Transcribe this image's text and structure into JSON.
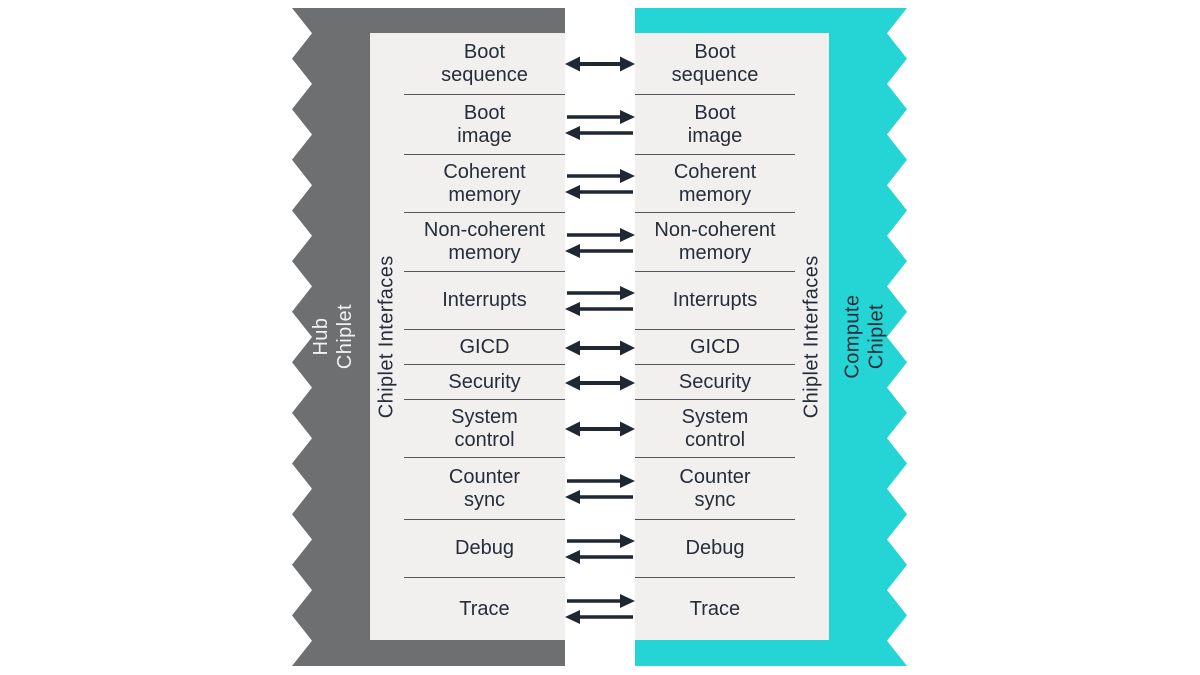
{
  "diagram": {
    "hub_chiplet": {
      "label": "Hub Chiplet",
      "label_lines": [
        "Hub",
        "Chiplet"
      ]
    },
    "compute_chiplet": {
      "label": "Compute Chiplet",
      "label_lines": [
        "Compute",
        "Chiplet"
      ]
    },
    "interfaces_label": "Chiplet Interfaces",
    "rows": [
      {
        "label": "Boot sequence",
        "lines": [
          "Boot",
          "sequence"
        ],
        "arrows": "bidirectional"
      },
      {
        "label": "Boot image",
        "lines": [
          "Boot",
          "image"
        ],
        "arrows": "pair"
      },
      {
        "label": "Coherent memory",
        "lines": [
          "Coherent",
          "memory"
        ],
        "arrows": "pair"
      },
      {
        "label": "Non-coherent memory",
        "lines": [
          "Non-coherent",
          "memory"
        ],
        "arrows": "pair"
      },
      {
        "label": "Interrupts",
        "lines": [
          "Interrupts"
        ],
        "arrows": "pair"
      },
      {
        "label": "GICD",
        "lines": [
          "GICD"
        ],
        "arrows": "bidirectional"
      },
      {
        "label": "Security",
        "lines": [
          "Security"
        ],
        "arrows": "bidirectional"
      },
      {
        "label": "System control",
        "lines": [
          "System",
          "control"
        ],
        "arrows": "bidirectional"
      },
      {
        "label": "Counter sync",
        "lines": [
          "Counter",
          "sync"
        ],
        "arrows": "pair"
      },
      {
        "label": "Debug",
        "lines": [
          "Debug"
        ],
        "arrows": "pair"
      },
      {
        "label": "Trace",
        "lines": [
          "Trace"
        ],
        "arrows": "pair"
      }
    ],
    "colors": {
      "hub": "#6e6f71",
      "compute": "#25d4d4",
      "panel": "#f1f0ee",
      "ink": "#262d3a",
      "separator": "#54565a",
      "arrow": "#1f2733",
      "hub-label": "#f2f2f2"
    }
  }
}
